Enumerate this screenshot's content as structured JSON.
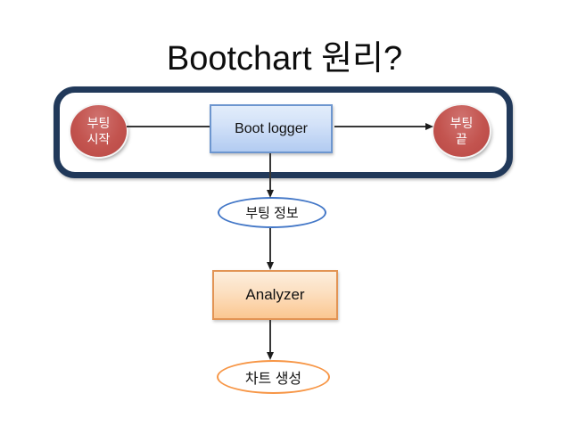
{
  "slide": {
    "title": "Bootchart 원리?",
    "background_color": "#FFFFFF"
  },
  "diagram": {
    "container": {
      "name": "boot-phase-container",
      "border_color": "#21395A",
      "fill_color": "#FFFFFF"
    },
    "nodes": {
      "boot_start": {
        "line1": "부팅",
        "line2": "시작",
        "shape": "ellipse",
        "fill_color": "#C0504D",
        "text_color": "#FFFFFF"
      },
      "boot_logger": {
        "label": "Boot logger",
        "shape": "rect",
        "fill_color": "#C6D9F5",
        "border_color": "#6D96CF",
        "text_color": "#111111"
      },
      "boot_end": {
        "line1": "부팅",
        "line2": "끝",
        "shape": "ellipse",
        "fill_color": "#C0504D",
        "text_color": "#FFFFFF"
      },
      "boot_info": {
        "label": "부팅 정보",
        "shape": "ellipse",
        "fill_color": "#FFFFFF",
        "border_color": "#4377C7",
        "text_color": "#111111"
      },
      "analyzer": {
        "label": "Analyzer",
        "shape": "rect",
        "fill_color": "#FBD4A5",
        "border_color": "#E29455",
        "text_color": "#111111"
      },
      "chart_generation": {
        "label": "차트 생성",
        "shape": "ellipse",
        "fill_color": "#FFFFFF",
        "border_color": "#F79646",
        "text_color": "#111111"
      }
    },
    "edges": [
      {
        "from": "boot_start",
        "to": "boot_logger",
        "arrowhead": false
      },
      {
        "from": "boot_logger",
        "to": "boot_end",
        "arrowhead": true
      },
      {
        "from": "boot_logger",
        "to": "boot_info",
        "arrowhead": true
      },
      {
        "from": "boot_info",
        "to": "analyzer",
        "arrowhead": true
      },
      {
        "from": "analyzer",
        "to": "chart_generation",
        "arrowhead": true
      }
    ],
    "edge_color": "#373737"
  }
}
